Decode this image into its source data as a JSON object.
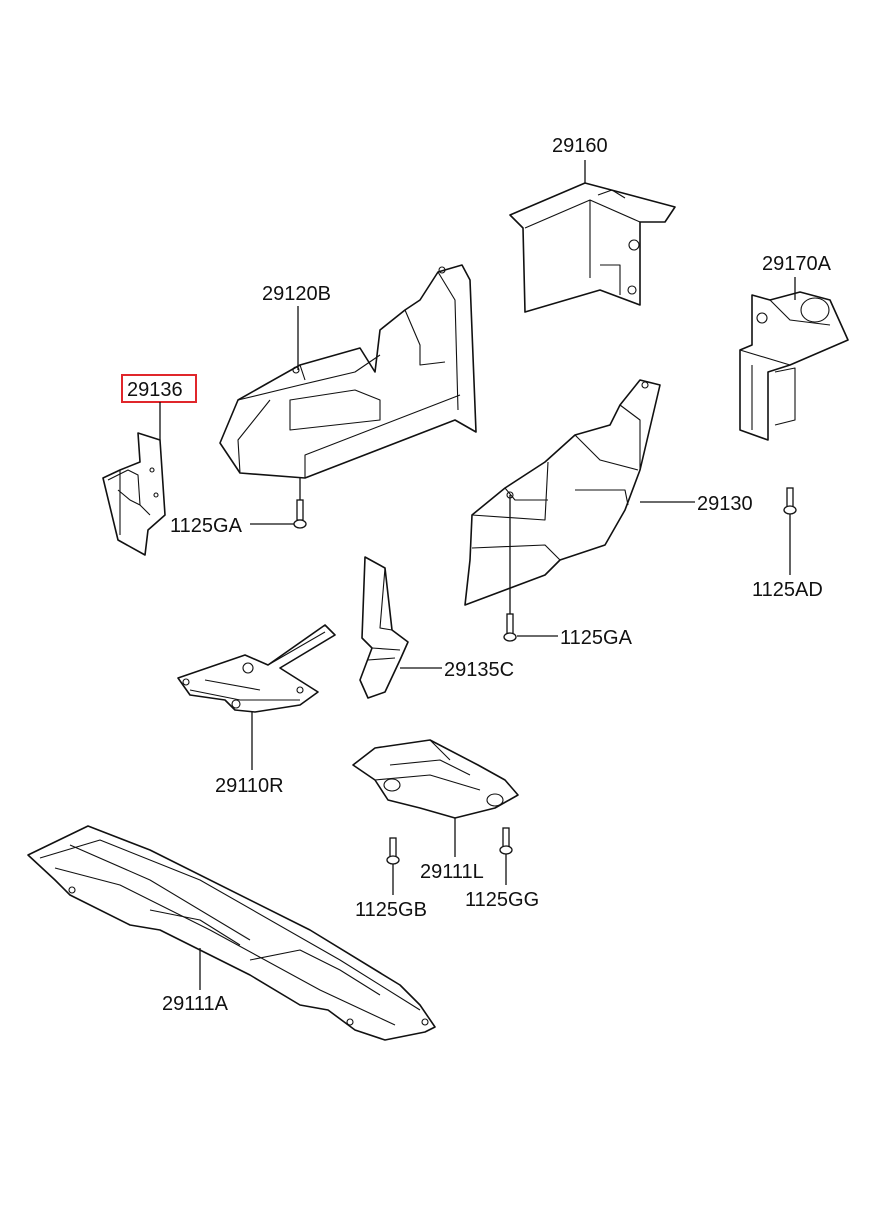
{
  "diagram": {
    "labels": {
      "p29160": "29160",
      "p29170A": "29170A",
      "p29120B": "29120B",
      "p29136": "29136",
      "p29130": "29130",
      "p1125GA_a": "1125GA",
      "p1125GA_b": "1125GA",
      "p1125AD": "1125AD",
      "p29135C": "29135C",
      "p29110R": "29110R",
      "p29111L": "29111L",
      "p1125GB": "1125GB",
      "p1125GG": "1125GG",
      "p29111A": "29111A"
    },
    "highlight_color": "#e0262b",
    "highlighted_part": "29136"
  }
}
